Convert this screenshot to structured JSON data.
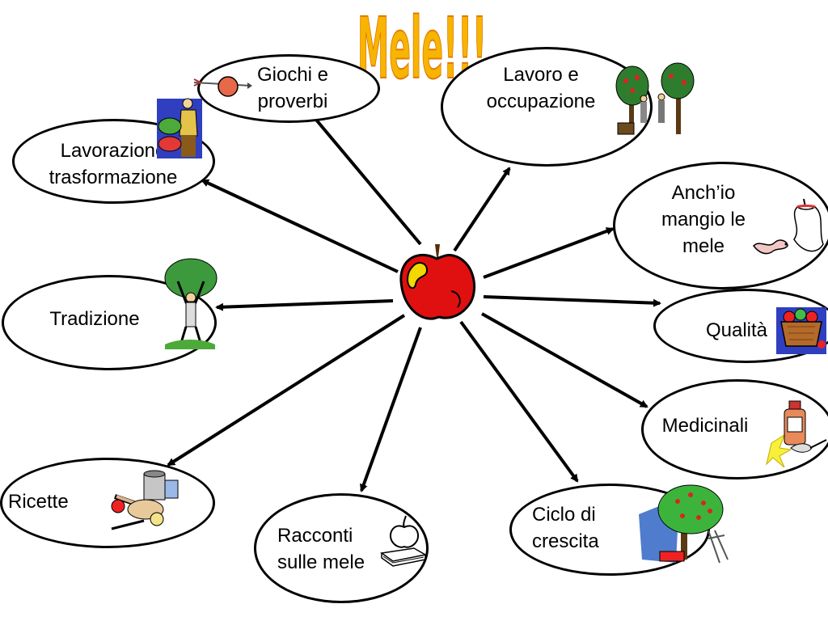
{
  "title": "Mele!!!",
  "nodes": {
    "giochi": "Giochi e\nproverbi",
    "lavoro": "Lavoro  e\noccupazione",
    "lavorazione": "Lavorazione\ntrasformazione",
    "anchio": "Anch’io\nmangio le\nmele",
    "tradizione": "Tradizione",
    "qualita": "Qualità",
    "medicinali": "Medicinali",
    "ricette": "Ricette",
    "racconti": "Racconti\nsulle mele",
    "ciclo": "Ciclo di\ncrescita"
  },
  "colors": {
    "title_fill": "#f7b400",
    "title_stroke": "#e07a00",
    "apple_red": "#e01010",
    "apple_highlight": "#f2d800"
  },
  "icons": [
    "apple-icon",
    "archery-apple-icon",
    "fruit-vendor-icon",
    "orchard-workers-icon",
    "apple-core-worm-icon",
    "tree-man-icon",
    "apple-basket-icon",
    "medicine-bottle-icon",
    "kitchen-utensils-icon",
    "book-apple-icon",
    "apple-tree-icon"
  ]
}
